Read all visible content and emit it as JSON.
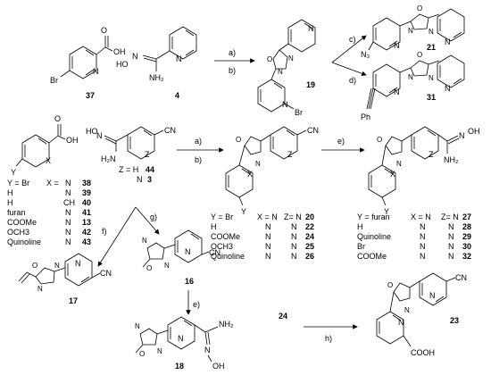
{
  "compounds": {
    "c37": "37",
    "c4": "4",
    "c19": "19",
    "c21": "21",
    "c31": "31",
    "c16": "16",
    "c17": "17",
    "c18": "18",
    "c24": "24",
    "c23": "23"
  },
  "atoms": {
    "br": "Br",
    "oh": "OH",
    "ho_n": "HO",
    "n": "N",
    "nh2": "NH₂",
    "h2n": "H₂N",
    "n3": "N₃",
    "ph": "Ph",
    "o": "O",
    "x": "X",
    "y": "Y",
    "z": "Z",
    "cn": "CN",
    "cooh": "COOH"
  },
  "steps": {
    "a": "a)",
    "b": "b)",
    "c": "c)",
    "d": "d)",
    "e": "e)",
    "f": "f)",
    "g": "g)",
    "h": "h)"
  },
  "z_table": {
    "row1": "Z = H",
    "n44": "44",
    "row2": "N",
    "n3": "3"
  },
  "table_left": [
    {
      "y": "Y = Br",
      "x": "X =",
      "xv": "N",
      "num": "38"
    },
    {
      "y": "H",
      "x": "",
      "xv": "N",
      "num": "39"
    },
    {
      "y": "H",
      "x": "",
      "xv": "CH",
      "num": "40"
    },
    {
      "y": "furan",
      "x": "",
      "xv": "N",
      "num": "41"
    },
    {
      "y": "COOMe",
      "x": "",
      "xv": "N",
      "num": "13"
    },
    {
      "y": "OCH3",
      "x": "",
      "xv": "N",
      "num": "42"
    },
    {
      "y": "Quinoline",
      "x": "",
      "xv": "N",
      "num": "43"
    }
  ],
  "table_mid": [
    {
      "y": "Y = Br",
      "x": "X = N",
      "z": "Z= N",
      "num": "20"
    },
    {
      "y": "H",
      "x": "N",
      "z": "N",
      "num": "22"
    },
    {
      "y": "COOMe",
      "x": "N",
      "z": "N",
      "num": "24"
    },
    {
      "y": "OCH3",
      "x": "N",
      "z": "N",
      "num": "25"
    },
    {
      "y": "Quinoline",
      "x": "N",
      "z": "N",
      "num": "26"
    }
  ],
  "table_right": [
    {
      "y": "Y = furan",
      "x": "X = N",
      "z": "Z= N",
      "num": "27"
    },
    {
      "y": "H",
      "x": "N",
      "z": "N",
      "num": "28"
    },
    {
      "y": "Quinoline",
      "x": "N",
      "z": "N",
      "num": "29"
    },
    {
      "y": "Br",
      "x": "N",
      "z": "N",
      "num": "30"
    },
    {
      "y": "COOMe",
      "x": "N",
      "z": "N",
      "num": "32"
    }
  ]
}
